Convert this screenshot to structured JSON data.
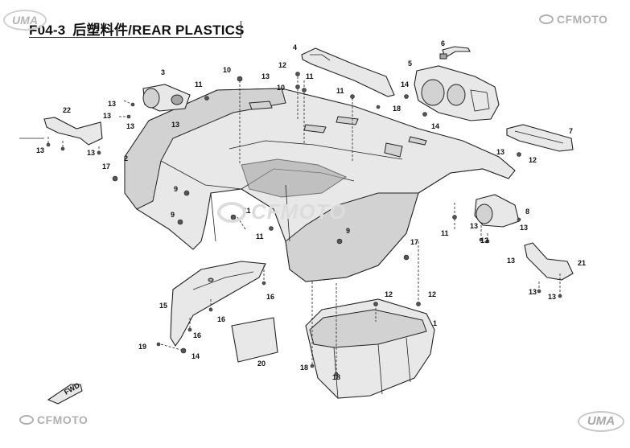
{
  "header": {
    "code": "F04-3",
    "title_cn": "后塑料件",
    "title_en": "/REAR PLASTICS"
  },
  "logos": {
    "uma_top": "UMA",
    "cfmoto_top": "CFMOTO",
    "cfmoto_bottom": "CFMOTO",
    "uma_bottom": "UMA",
    "watermark": "CFMOTO"
  },
  "fwd_label": "FWD",
  "callouts": [
    "1",
    "2",
    "3",
    "4",
    "5",
    "6",
    "7",
    "8",
    "9",
    "10",
    "11",
    "12",
    "13",
    "14",
    "15",
    "16",
    "17",
    "18",
    "19",
    "20",
    "21",
    "22"
  ],
  "colors": {
    "line": "#222222",
    "fill_light": "#e6e6e6",
    "fill_mid": "#cfcfcf",
    "fill_dark": "#9a9a9a",
    "logo_gray": "#b0b0b0"
  }
}
